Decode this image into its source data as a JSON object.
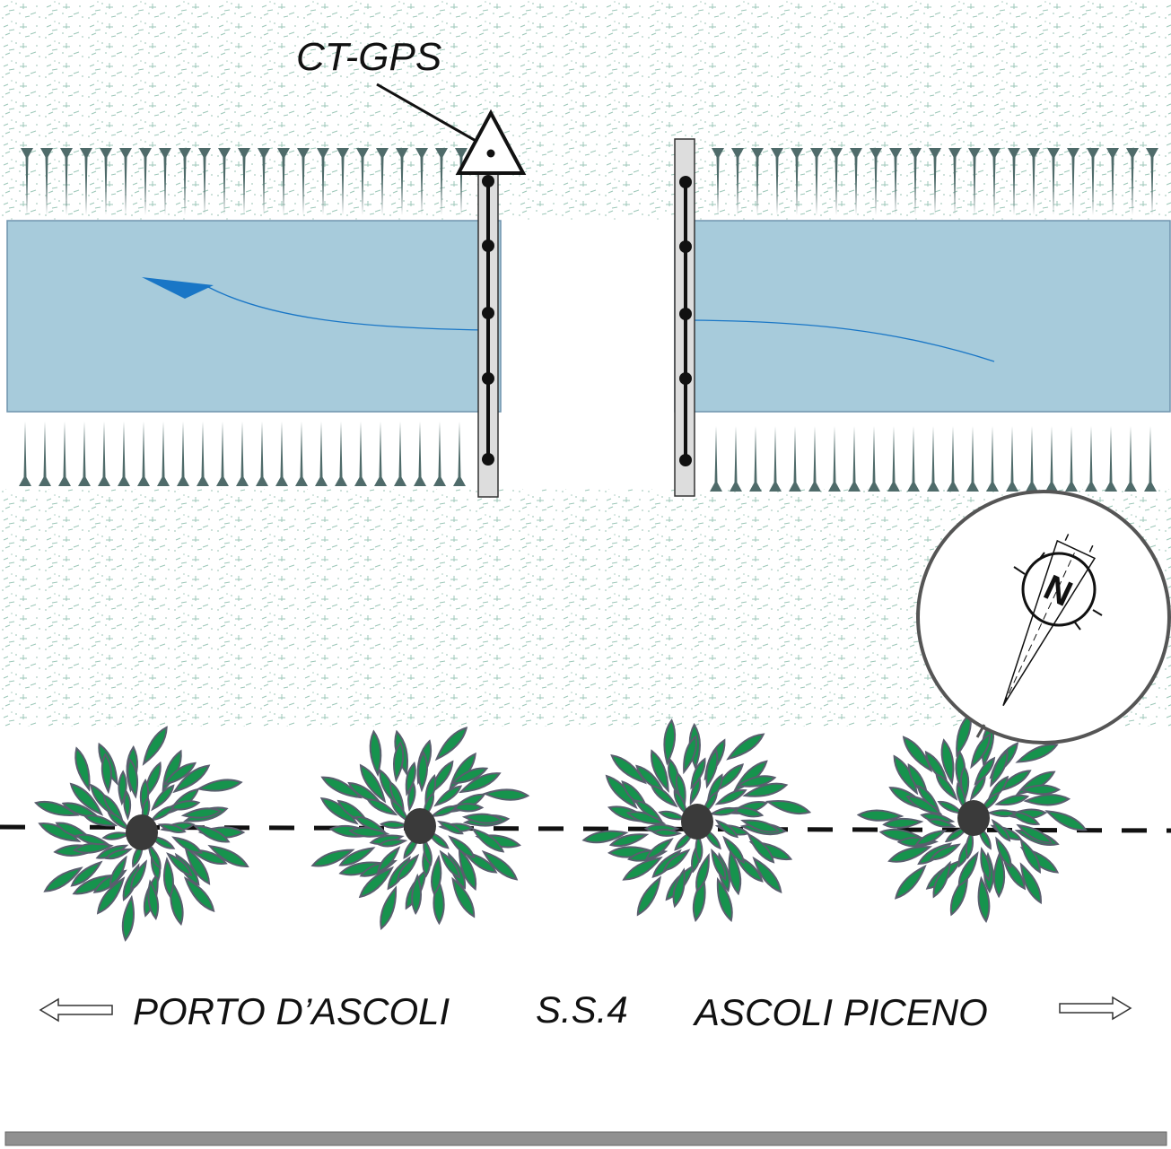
{
  "gps_label": "CT-GPS",
  "road": {
    "left_label": "PORTO D’ASCOLI",
    "center_label": "S.S.4",
    "right_label": "ASCOLI PICENO"
  },
  "compass": {
    "letter": "N"
  },
  "colors": {
    "water": "#a7cbdb",
    "water_border": "#6f93ad",
    "flow_arrow": "#1976c6",
    "reed": "#4f6b6a",
    "grass": "#9cc7b8",
    "foliage": "#16934d",
    "foliage_edge": "#5a5e6e",
    "trunk": "#3a3a3a",
    "bar_fill": "#dddddd",
    "bottom_bar": "#909090"
  },
  "icons": {
    "station": "triangle-marker-icon",
    "compass": "compass-north-icon",
    "left_arrow": "arrow-left-outline-icon",
    "right_arrow": "arrow-right-outline-icon"
  }
}
